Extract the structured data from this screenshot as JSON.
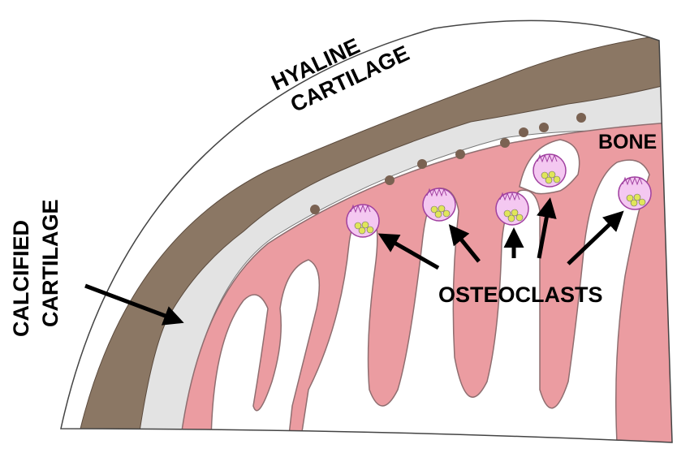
{
  "labels": {
    "hyaline_line1": "HYALINE",
    "hyaline_line2": "CARTILAGE",
    "calcified_line1": "CALCIFIED",
    "calcified_line2": "CARTILAGE",
    "bone": "BONE",
    "osteoclasts": "OSTEOCLASTS"
  },
  "colors": {
    "hyaline_cartilage": "#8b7764",
    "calcified_cartilage": "#e3e3e3",
    "bone": "#eb9ca1",
    "bone_outline": "#8f6e70",
    "osteoclast_fill": "#f4c8f1",
    "osteoclast_outline": "#a040a0",
    "nucleus": "#e0e65a",
    "chondrocyte": "#7a6252",
    "arrow": "#000000"
  },
  "icons": {
    "osteoclast": "osteoclast-cell-icon",
    "chondrocyte": "chondrocyte-dot-icon"
  }
}
